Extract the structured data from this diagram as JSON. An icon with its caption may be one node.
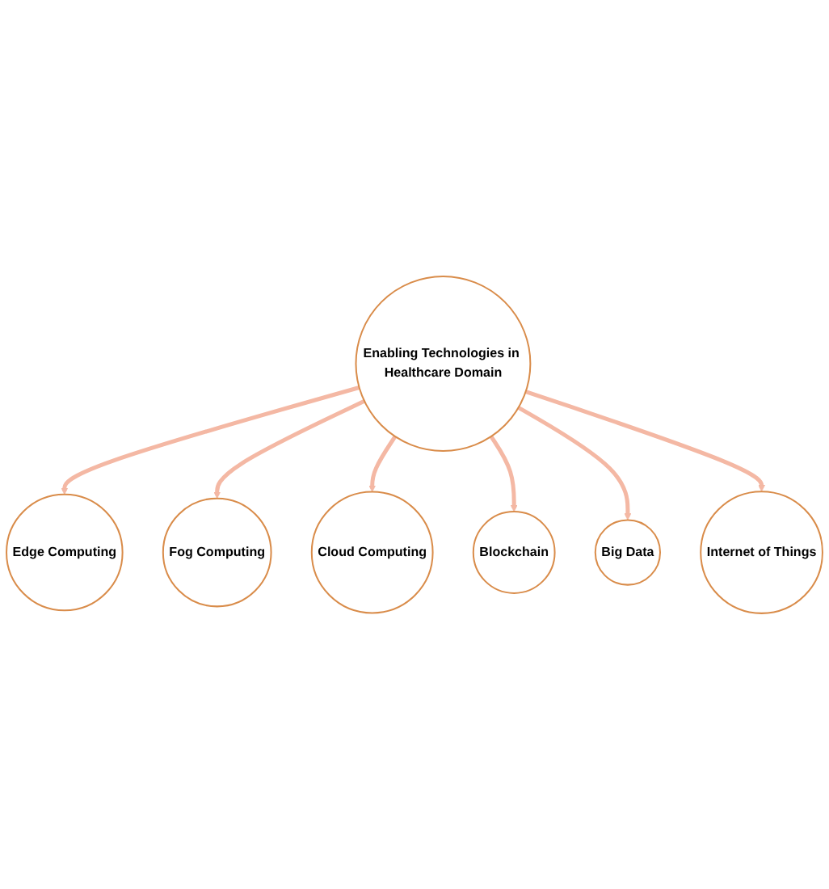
{
  "diagram": {
    "nodes": [
      {
        "text": [
          "Enabling Technologies in Healthcare Domain"
        ]
      },
      {
        "text": [
          "Edge Computing"
        ]
      },
      {
        "text": [
          "Fog Computing"
        ]
      },
      {
        "text": [
          "Cloud Computing"
        ]
      },
      {
        "text": [
          "Blockchain"
        ]
      },
      {
        "text": [
          "Big Data"
        ]
      },
      {
        "text": [
          "Internet of Things"
        ]
      }
    ],
    "edges": [
      {
        "from": 0,
        "to": 1,
        "arrow": "to"
      },
      {
        "from": 0,
        "to": 2,
        "arrow": "to"
      },
      {
        "from": 0,
        "to": 3,
        "arrow": "to"
      },
      {
        "from": 0,
        "to": 4,
        "arrow": "to"
      },
      {
        "from": 0,
        "to": 5,
        "arrow": "to"
      },
      {
        "from": 0,
        "to": 6,
        "arrow": "to"
      }
    ]
  }
}
